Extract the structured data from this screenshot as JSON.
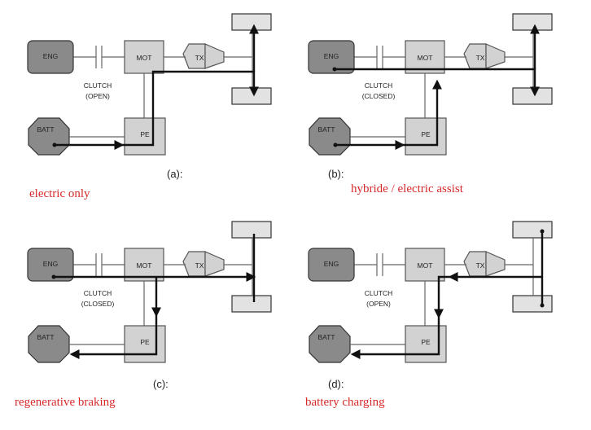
{
  "labels": {
    "eng": "ENG",
    "mot": "MOT",
    "tx": "TX",
    "batt": "BATT",
    "pe": "PE",
    "clutch": "CLUTCH"
  },
  "panels": [
    {
      "caption": "(a):",
      "clutch_state": "(OPEN)",
      "mode": "electric only"
    },
    {
      "caption": "(b):",
      "clutch_state": "(CLOSED)",
      "mode": "hybride / electric assist"
    },
    {
      "caption": "(c):",
      "clutch_state": "(CLOSED)",
      "mode": "regenerative braking"
    },
    {
      "caption": "(d):",
      "clutch_state": "(OPEN)",
      "mode": "battery charging"
    }
  ],
  "colors": {
    "mode_label": "#d62a2a",
    "block": "#d2d2d2",
    "engine": "#8a8a8a"
  }
}
